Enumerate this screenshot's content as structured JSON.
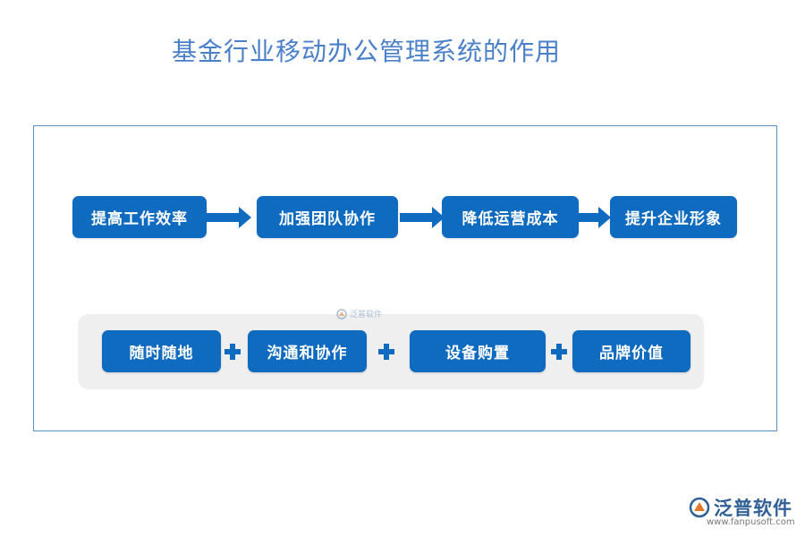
{
  "title": "基金行业移动办公管理系统的作用",
  "flow": {
    "steps": [
      "提高工作效率",
      "加强团队协作",
      "降低运营成本",
      "提升企业形象"
    ]
  },
  "factors": {
    "items": [
      "随时随地",
      "沟通和协作",
      "设备购置",
      "品牌价值"
    ]
  },
  "watermark": {
    "center_text": "泛普软件",
    "brand_name": "泛普软件",
    "brand_url": "www.fanpusoft.com"
  },
  "colors": {
    "box": "#0f6bbf",
    "title": "#4a80c9",
    "frame": "#5b8fd0",
    "panel": "#efefef"
  }
}
